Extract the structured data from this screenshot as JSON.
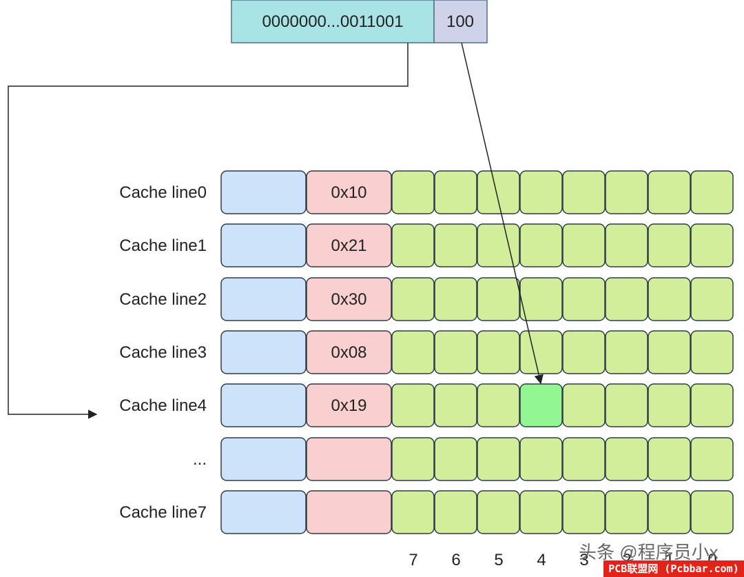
{
  "address": {
    "tag_bits": "0000000...0011001",
    "offset_bits": "100"
  },
  "cache_lines": [
    {
      "label": "Cache line0",
      "tag": "0x10"
    },
    {
      "label": "Cache line1",
      "tag": "0x21"
    },
    {
      "label": "Cache line2",
      "tag": "0x30"
    },
    {
      "label": "Cache line3",
      "tag": "0x08"
    },
    {
      "label": "Cache line4",
      "tag": "0x19"
    },
    {
      "label": "...",
      "tag": ""
    },
    {
      "label": "Cache line7",
      "tag": ""
    }
  ],
  "byte_indices": [
    "7",
    "6",
    "5",
    "4",
    "3",
    "2",
    "1",
    "0"
  ],
  "highlight": {
    "line": 4,
    "byte": "4"
  },
  "colors": {
    "tag_field": "#a8e4e6",
    "offset_field": "#cfd3ea",
    "valid_cell": "#cde3fa",
    "tag_cell": "#f9cfcf",
    "data_cell": "#d3ee9a",
    "hit_cell": "#92f792"
  },
  "watermark": {
    "line1": "头条 @程序员小x",
    "line2": "PCB联盟网 (Pcbbar.com)"
  }
}
